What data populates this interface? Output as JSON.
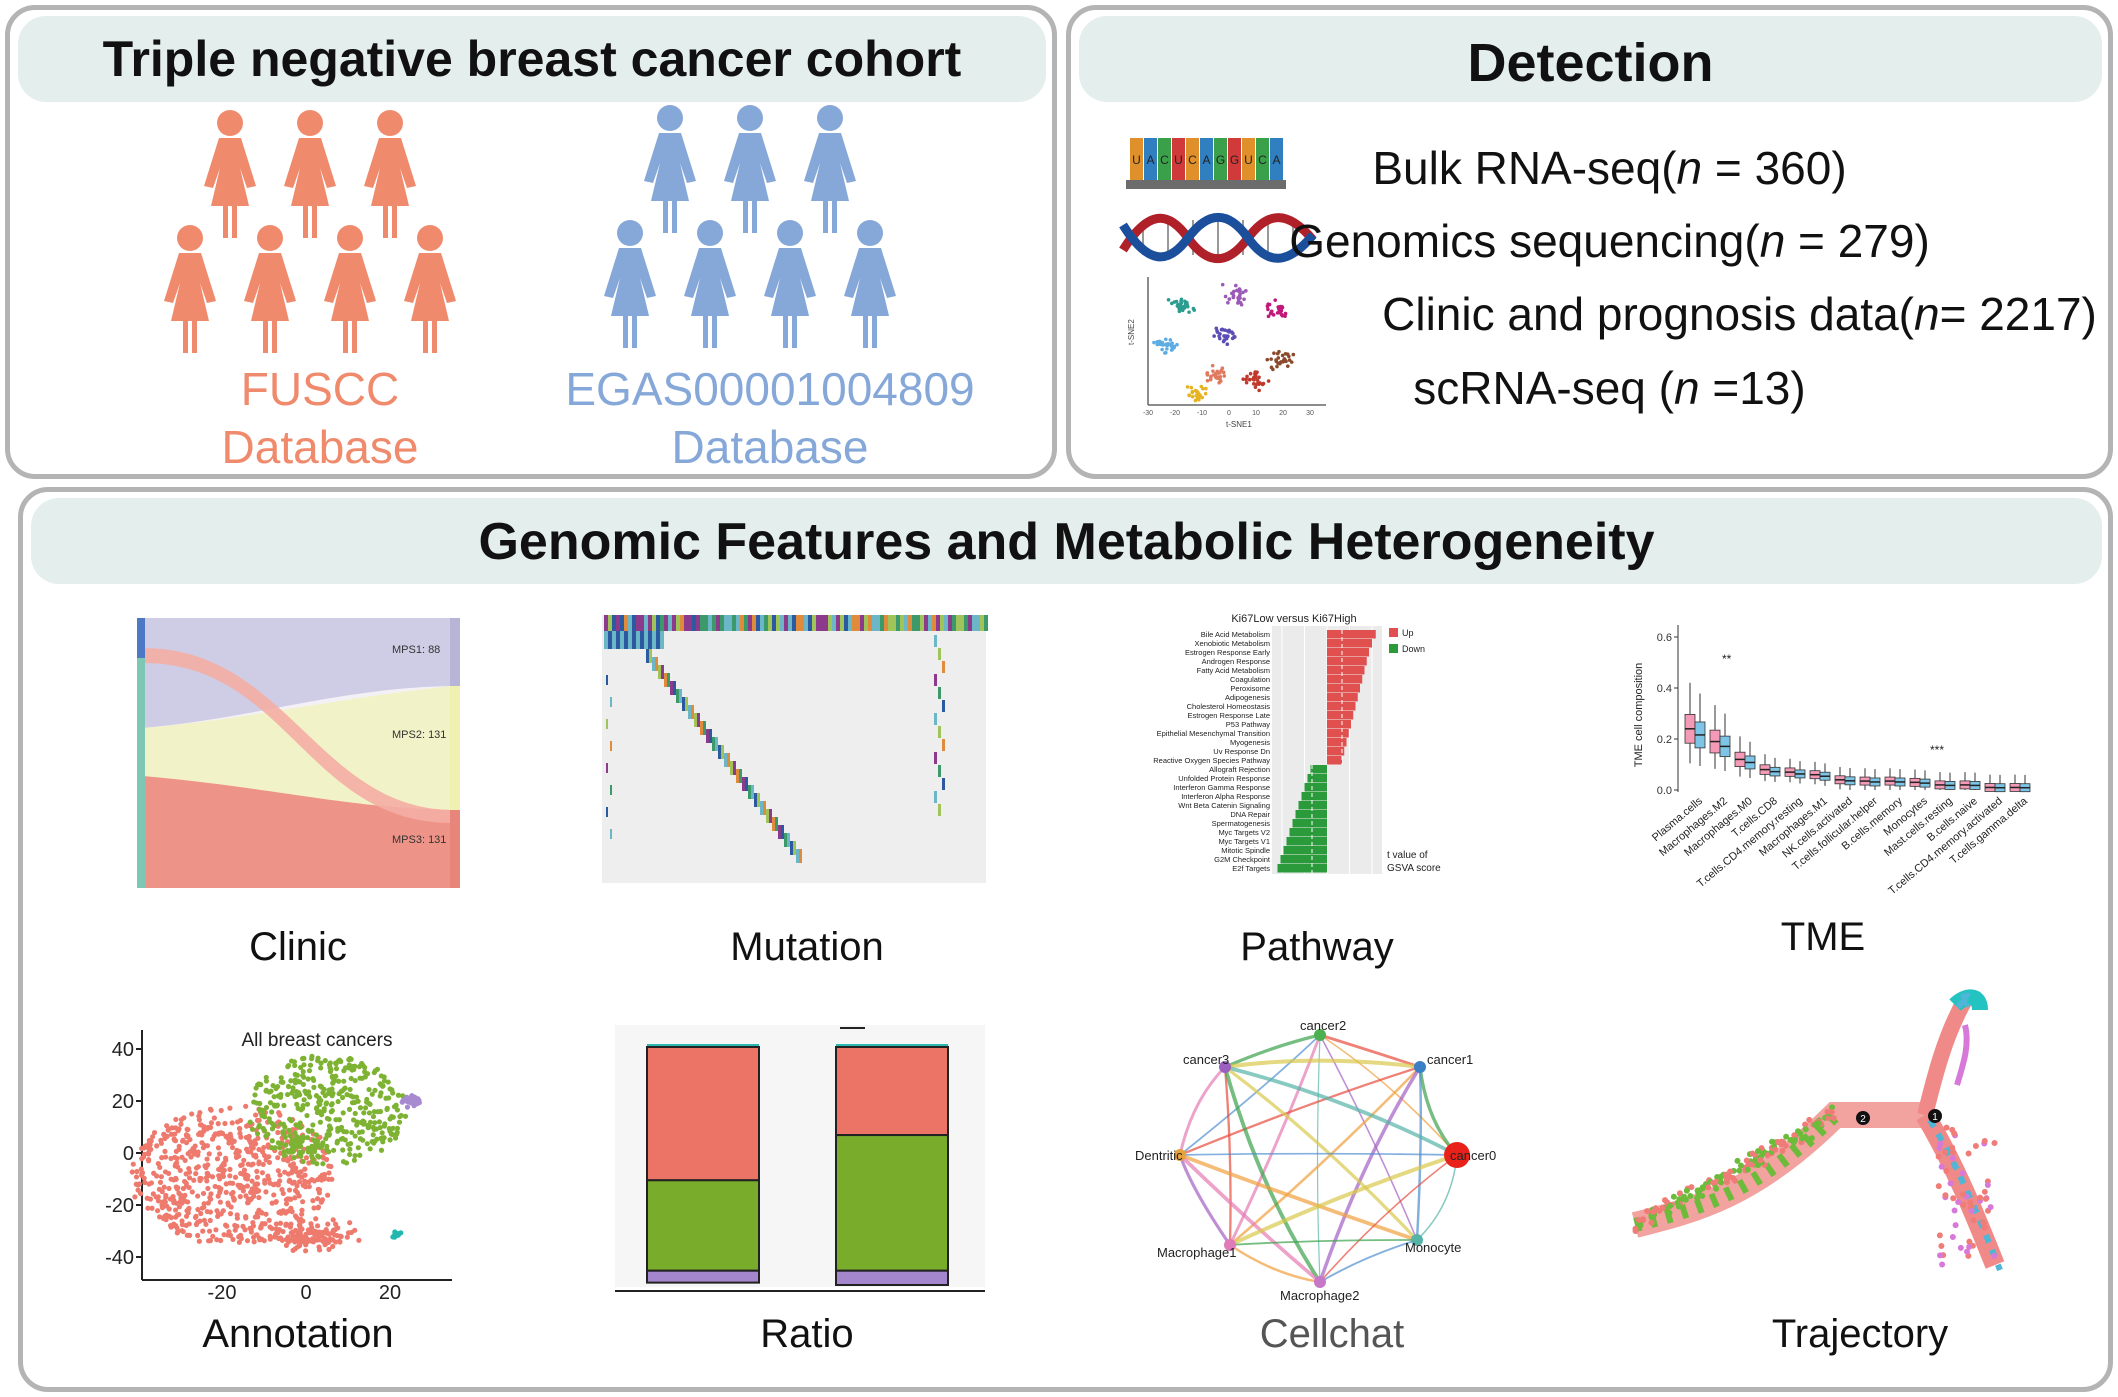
{
  "cohort": {
    "title": "Triple negative breast cancer cohort",
    "fuscc": {
      "line1": "FUSCC",
      "line2": "Database",
      "color": "#f08a6c"
    },
    "egas": {
      "line1": "EGAS00001004809",
      "line2": "Database",
      "color": "#85a8d8"
    }
  },
  "detection": {
    "title": "Detection",
    "items": [
      {
        "pre": "Bulk RNA-seq(",
        "n": "n",
        "post": " = 360)"
      },
      {
        "pre": "Genomics sequencing(",
        "n": "n",
        "post": " = 279)"
      },
      {
        "pre": "Clinic and prognosis data(",
        "n": "n",
        "post": "= 2217)"
      },
      {
        "pre": "scRNA-seq (",
        "n": "n",
        "post": " =13)"
      }
    ],
    "seq_letters": [
      "U",
      "A",
      "C",
      "U",
      "C",
      "A",
      "G",
      "G",
      "U",
      "C",
      "A"
    ],
    "tsne": {
      "xlabel": "t-SNE1",
      "ylabel": "t-SNE2",
      "ticks": [
        "-30",
        "-20",
        "-10",
        "0",
        "10",
        "20",
        "30"
      ]
    }
  },
  "features": {
    "title": "Genomic Features and Metabolic Heterogeneity",
    "captions": {
      "clinic": "Clinic",
      "mutation": "Mutation",
      "pathway": "Pathway",
      "tme": "TME",
      "annotation": "Annotation",
      "ratio": "Ratio",
      "cellchat": "Cellchat",
      "trajectory": "Trajectory"
    }
  },
  "clinic_plot": {
    "labels": [
      "MPS1: 88",
      "MPS2: 131",
      "MPS3: 131"
    ]
  },
  "pathway_plot": {
    "title": "Ki67Low versus Ki67High",
    "legend": [
      "Up",
      "Down"
    ],
    "note_line1": "t value of",
    "note_line2": "GSVA score",
    "pathways": [
      "Bile Acid Metabolism",
      "Xenobiotic Metabolism",
      "Estrogen Response Early",
      "Androgen Response",
      "Fatty Acid Metabolism",
      "Coagulation",
      "Peroxisome",
      "Adipogenesis",
      "Cholesterol Homeostasis",
      "Estrogen Response Late",
      "P53 Pathway",
      "Epithelial Mesenchymal Transition",
      "Myogenesis",
      "Uv Response Dn",
      "Reactive Oxygen Species Pathway",
      "Allograft Rejection",
      "Unfolded Protein Response",
      "Interferon Gamma Response",
      "Interferon Alpha Response",
      "Wnt Beta Catenin Signaling",
      "DNA Repair",
      "Spermatogenesis",
      "Myc Targets V2",
      "Myc Targets V1",
      "Mitotic Spindle",
      "G2M Checkpoint",
      "E2f Targets"
    ],
    "values": [
      6.5,
      6.0,
      5.6,
      5.3,
      5.0,
      4.7,
      4.4,
      4.1,
      3.8,
      3.5,
      3.2,
      2.9,
      2.6,
      2.3,
      2.0,
      -2.2,
      -2.6,
      -3.0,
      -3.4,
      -3.8,
      -4.2,
      -4.6,
      -5.0,
      -5.4,
      -5.8,
      -6.2,
      -6.6
    ]
  },
  "tme_plot": {
    "ylabel": "TME cell composition",
    "yticks": [
      "0.0",
      "0.2",
      "0.4",
      "0.6"
    ],
    "sig": [
      "**",
      "***"
    ],
    "cells": [
      "Plasma.cells",
      "Macrophages.M2",
      "Macrophages.M0",
      "T.cells.CD8",
      "T.cells.CD4.memory.resting",
      "Macrophages.M1",
      "NK.cells.activated",
      "T.cells.follicular.helper",
      "B.cells.memory",
      "Monocytes",
      "Mast.cells.resting",
      "B.cells.naive",
      "T.cells.CD4.memory.activated",
      "T.cells.gamma.delta"
    ],
    "medians": [
      0.24,
      0.19,
      0.12,
      0.08,
      0.07,
      0.06,
      0.04,
      0.035,
      0.035,
      0.03,
      0.02,
      0.02,
      0.01,
      0.01
    ]
  },
  "annotation_plot": {
    "title": "All breast cancers",
    "yticks": [
      "40",
      "20",
      "0",
      "-20",
      "-40"
    ],
    "xticks": [
      "-20",
      "0",
      "20"
    ]
  },
  "ratio_plot": {
    "bars": [
      {
        "red": 0.56,
        "green": 0.38,
        "purple": 0.05
      },
      {
        "red": 0.37,
        "green": 0.57,
        "purple": 0.06
      }
    ]
  },
  "cellchat_plot": {
    "nodes": [
      "cancer2",
      "cancer1",
      "cancer3",
      "Dentritic",
      "cancer0",
      "Monocyte",
      "Macrophage1",
      "Macrophage2"
    ]
  },
  "trajectory_plot": {
    "branch_points": [
      "2",
      "1"
    ]
  }
}
